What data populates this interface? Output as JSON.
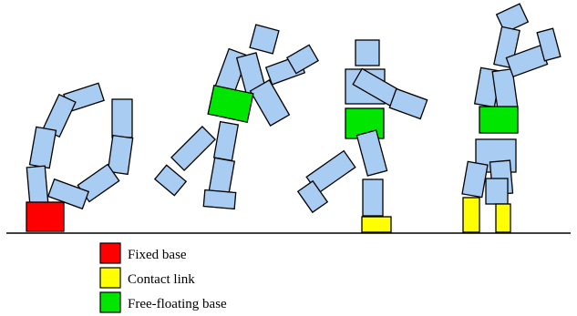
{
  "colors": {
    "link": "#a8ccf2",
    "fixed_base": "#ff0000",
    "contact_link": "#ffff00",
    "free_floating_base": "#00e600",
    "outline": "#000000",
    "ground": "#000000"
  },
  "legend": [
    {
      "label": "Fixed base",
      "color_key": "fixed_base"
    },
    {
      "label": "Contact link",
      "color_key": "contact_link"
    },
    {
      "label": "Free-floating base",
      "color_key": "free_floating_base"
    }
  ],
  "figures": [
    {
      "name": "fixed-base-manipulator",
      "base": "fixed_base"
    },
    {
      "name": "floating-base-robot-flying",
      "base": "free_floating_base"
    },
    {
      "name": "floating-base-robot-single-support",
      "base": "free_floating_base",
      "contact": "contact_link"
    },
    {
      "name": "floating-base-robot-double-support",
      "base": "free_floating_base",
      "contact": "contact_link"
    }
  ]
}
